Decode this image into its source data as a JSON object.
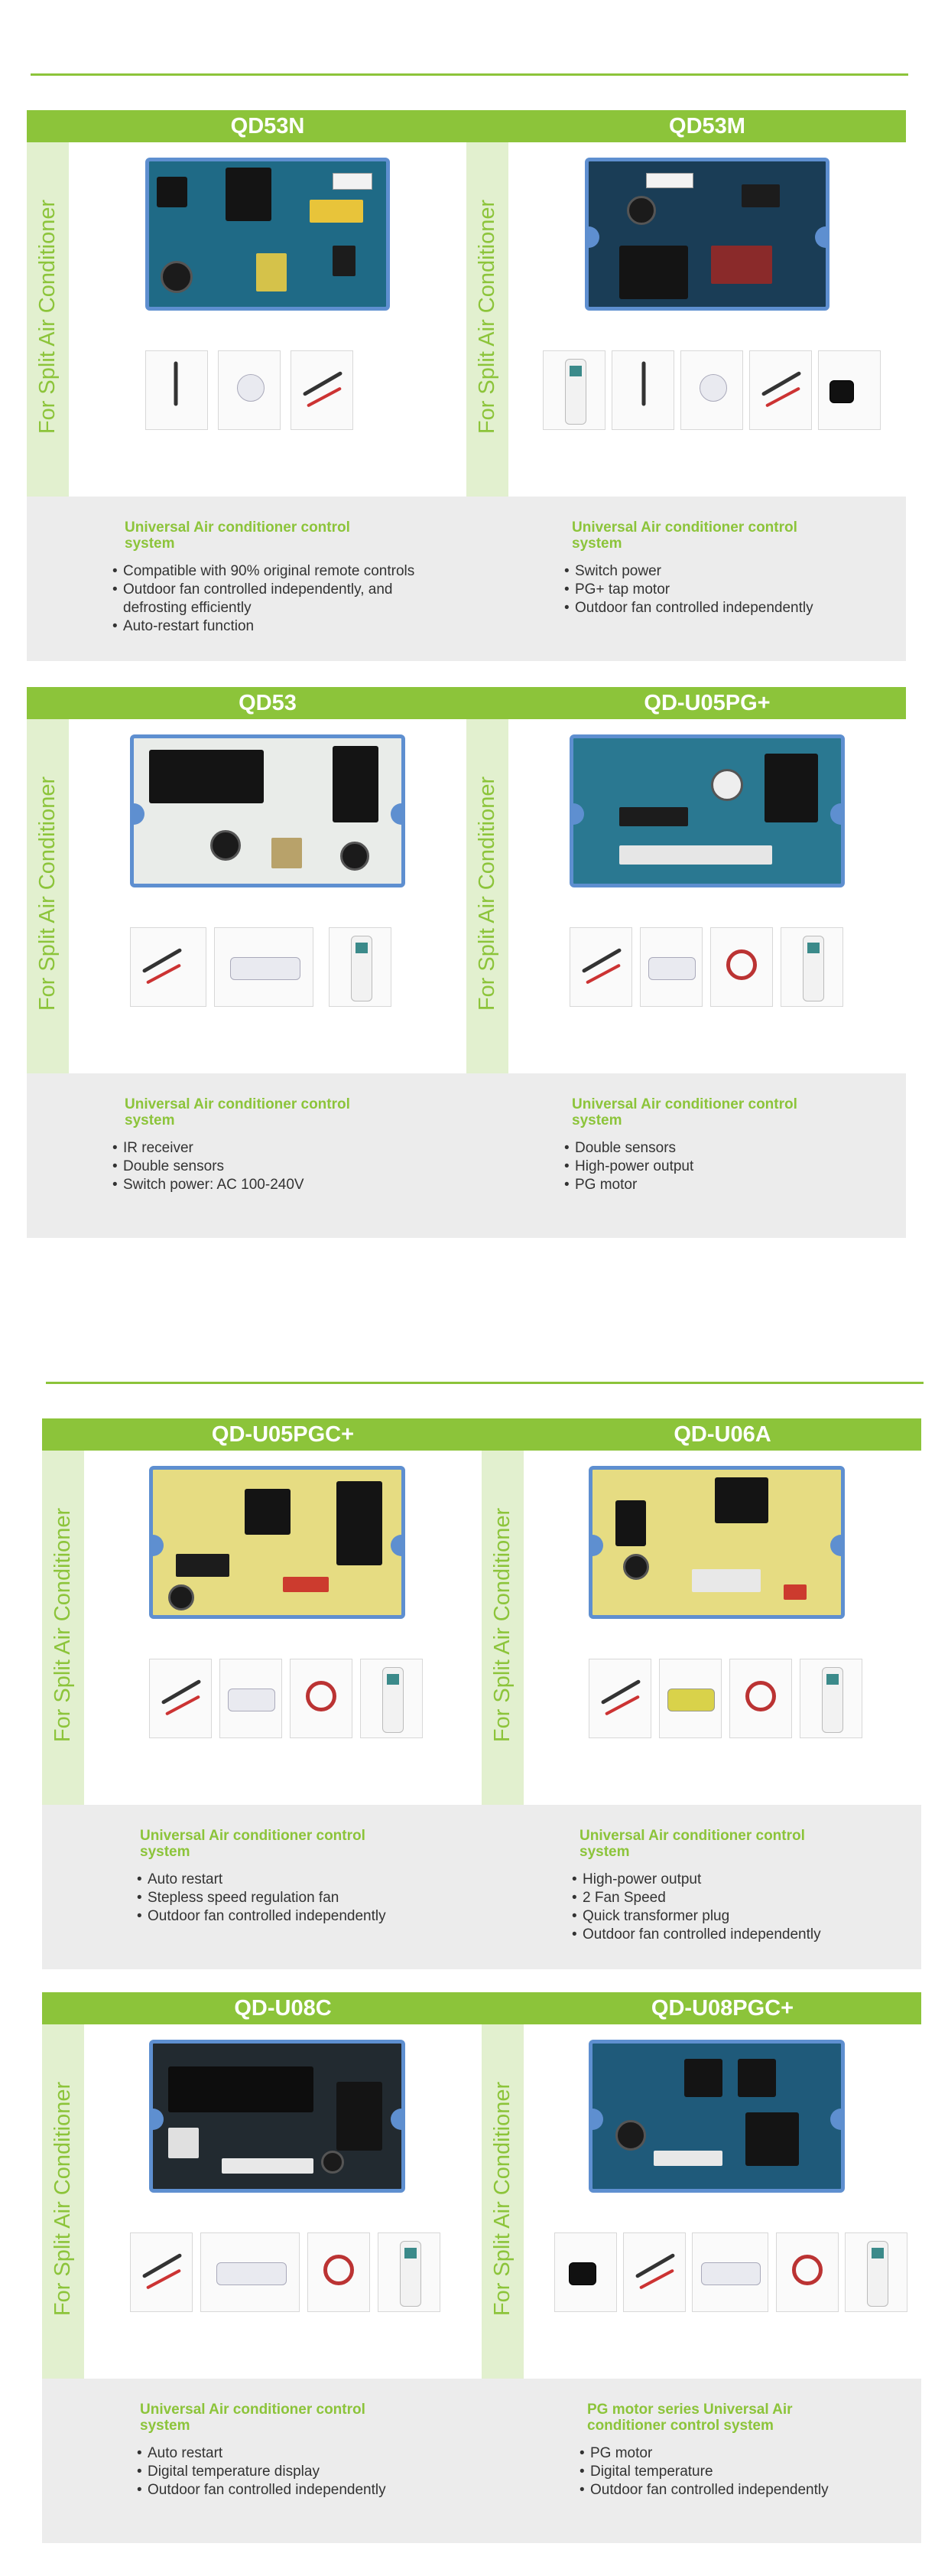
{
  "side_label": "For Split Air Conditioner",
  "products": [
    {
      "title": "QD53N",
      "desc_title": "Universal Air conditioner control system",
      "features": [
        "Compatible with 90% original remote controls",
        "Outdoor fan controlled independently, and defrosting  efficiently",
        "Auto-restart function"
      ]
    },
    {
      "title": "QD53M",
      "desc_title": "Universal Air conditioner control system",
      "features": [
        "Switch power",
        "PG+ tap motor",
        "Outdoor fan controlled independently"
      ]
    },
    {
      "title": "QD53",
      "desc_title": "Universal Air conditioner control system",
      "features": [
        "IR receiver",
        "Double sensors",
        "Switch power: AC 100-240V"
      ]
    },
    {
      "title": "QD-U05PG+",
      "desc_title": "Universal Air conditioner control system",
      "features": [
        "Double sensors",
        "High-power output",
        "PG motor"
      ]
    },
    {
      "title": "QD-U05PGC+",
      "desc_title": "Universal Air conditioner control system",
      "features": [
        "Auto restart",
        "Stepless speed regulation fan",
        "Outdoor fan controlled independently"
      ]
    },
    {
      "title": "QD-U06A",
      "desc_title": "Universal Air conditioner control system",
      "features": [
        "High-power output",
        "2 Fan Speed",
        "Quick transformer plug",
        "Outdoor fan controlled independently"
      ]
    },
    {
      "title": "QD-U08C",
      "desc_title": "Universal Air conditioner control system",
      "features": [
        "Auto restart",
        "Digital temperature display",
        "Outdoor fan controlled independently"
      ]
    },
    {
      "title": "QD-U08PGC+",
      "desc_title": "PG motor series Universal Air conditioner control system",
      "features": [
        "PG motor",
        "Digital temperature",
        "Outdoor fan controlled independently"
      ]
    }
  ],
  "colors": {
    "accent_green": "#8cc43a",
    "stripe_green": "#e2f0cf",
    "desc_gray": "#ececec"
  }
}
